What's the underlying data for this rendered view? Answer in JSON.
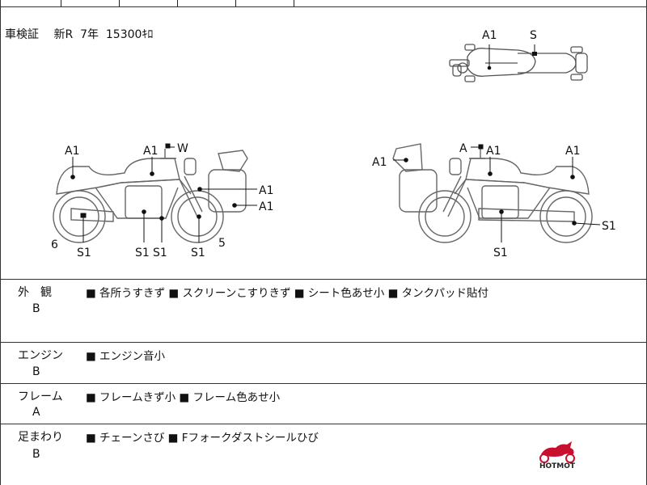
{
  "certificate": {
    "text": "車検証　 新R  7年  15300ｷﾛ"
  },
  "diagram_labels": {
    "top_view": [
      "A1",
      "S"
    ],
    "left_side": [
      "A1",
      "A1",
      "W",
      "A1",
      "A1",
      "6",
      "S1",
      "S1",
      "S1",
      "S1",
      "5"
    ],
    "right_side": [
      "A",
      "A1",
      "A1",
      "A1",
      "S1",
      "S1"
    ]
  },
  "sections": [
    {
      "label": "外　観",
      "grade": "B",
      "items": "■ 各所うすきず ■ スクリーンこすりきず ■ シート色あせ小 ■ タンクパッド貼付"
    },
    {
      "label": "エンジン",
      "grade": "B",
      "items": "■ エンジン音小"
    },
    {
      "label": "フレーム",
      "grade": "A",
      "items": "■ フレームきず小 ■ フレーム色あせ小"
    },
    {
      "label": "足まわり",
      "grade": "B",
      "items": "■ チェーンさび ■ Fフォークダストシールひび"
    }
  ],
  "logo": {
    "text": "HOTMOT",
    "color": "#c8102e"
  }
}
